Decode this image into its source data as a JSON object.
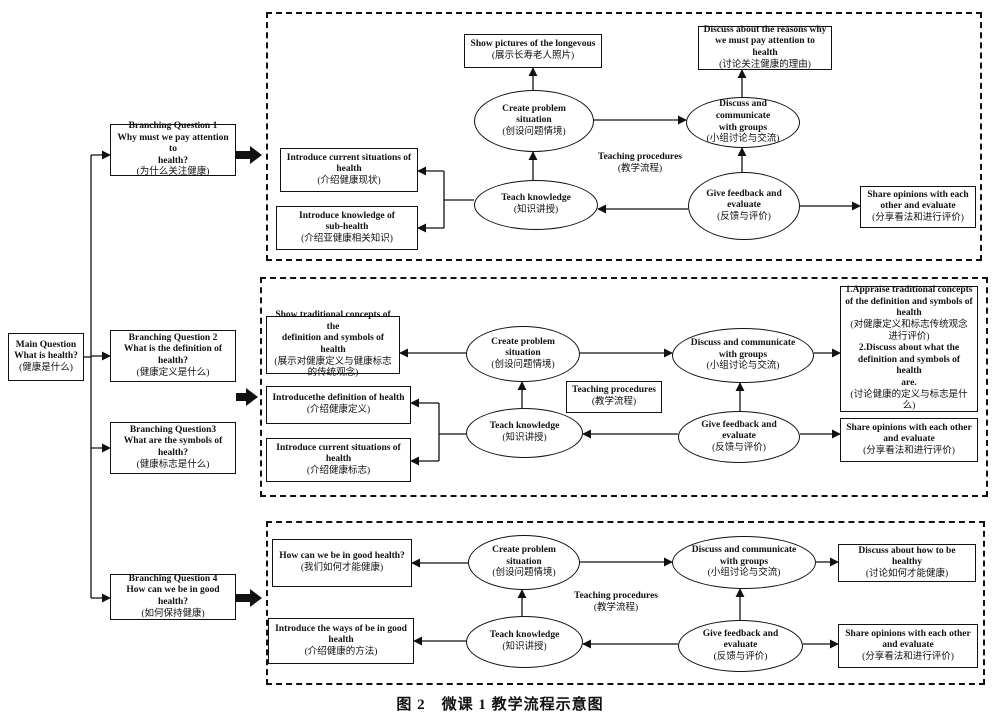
{
  "caption": "图 2　微课 1 教学流程示意图",
  "main_question": {
    "en": "Main Question\nWhat is health?",
    "zh": "(健康是什么)"
  },
  "branches": [
    {
      "en": "Branching Question 1\nWhy must we pay attention to\nhealth?",
      "zh": "(为什么关注健康)"
    },
    {
      "en": "Branching Question 2\nWhat is the definition of\nhealth?",
      "zh": "(健康定义是什么)"
    },
    {
      "en": "Branching Question3\nWhat are the symbols of\nhealth?",
      "zh": "(健康标志是什么)"
    },
    {
      "en": "Branching Question 4\nHow can we be in good health?",
      "zh": "(如何保持健康)"
    }
  ],
  "panel1": {
    "show_pictures": {
      "en": "Show pictures of the longevous",
      "zh": "(展示长寿老人照片)"
    },
    "discuss_reasons": {
      "en": "Discuss about the reasons why\nwe must pay attention to health",
      "zh": "(讨论关注健康的理由)"
    },
    "create": {
      "en": "Create problem\nsituation",
      "zh": "(创设问题情境)"
    },
    "discuss_comm": {
      "en": "Discuss and communicate\nwith groups",
      "zh": "(小组讨论与交流)"
    },
    "procedures": {
      "en": "Teaching procedures",
      "zh": "(教学流程)"
    },
    "intro_current": {
      "en": "Introduce current situations of\nhealth",
      "zh": "(介绍健康现状)"
    },
    "teach": {
      "en": "Teach knowledge",
      "zh": "(知识讲授)"
    },
    "feedback": {
      "en": "Give feedback and\nevaluate",
      "zh": "(反馈与评价)"
    },
    "share": {
      "en": "Share opinions with each\nother and evaluate",
      "zh": "(分享看法和进行评价)"
    },
    "intro_sub": {
      "en": "Introduce knowledge of\nsub-health",
      "zh": "(介绍亚健康相关知识)"
    }
  },
  "panel2": {
    "show_trad": {
      "en": "Show traditional concepts of the\ndefinition and symbols of health",
      "zh": "(展示对健康定义与健康标志的传统观念)"
    },
    "create": {
      "en": "Create problem\nsituation",
      "zh": "(创设问题情境)"
    },
    "discuss_comm": {
      "en": "Discuss and communicate\nwith groups",
      "zh": "(小组讨论与交流)"
    },
    "appraise": {
      "en": "1.Appraise traditional concepts\nof the definition and symbols of\nhealth",
      "zh": "(对健康定义和标志传统观念\n进行评价)",
      "en2": "2.Discuss about what the\ndefinition and symbols of health\nare.",
      "zh2": "(讨论健康的定义与标志是什么)"
    },
    "procedures": {
      "en": "Teaching procedures",
      "zh": "(教学流程)"
    },
    "intro_def": {
      "en": "Introducethe definition of health",
      "zh": "(介绍健康定义)"
    },
    "teach": {
      "en": "Teach knowledge",
      "zh": "(知识讲授)"
    },
    "feedback": {
      "en": "Give feedback and\nevaluate",
      "zh": "(反馈与评价)"
    },
    "share": {
      "en": "Share opinions with each other\nand evaluate",
      "zh": "(分享看法和进行评价)"
    },
    "intro_current": {
      "en": "Introduce current situations of\nhealth",
      "zh": "(介绍健康标志)"
    }
  },
  "panel3": {
    "how_good": {
      "en": "How can we be in good health?",
      "zh": "(我们如何才能健康)"
    },
    "create": {
      "en": "Create problem\nsituation",
      "zh": "(创设问题情境)"
    },
    "discuss_comm": {
      "en": "Discuss and communicate\nwith groups",
      "zh": "(小组讨论与交流)"
    },
    "discuss_how": {
      "en": "Discuss about how to be healthy",
      "zh": "(讨论如何才能健康)"
    },
    "procedures": {
      "en": "Teaching procedures",
      "zh": "(教学流程)"
    },
    "intro_ways": {
      "en": "Introduce the ways of be in good\nhealth",
      "zh": "(介绍健康的方法)"
    },
    "teach": {
      "en": "Teach knowledge",
      "zh": "(知识讲授)"
    },
    "feedback": {
      "en": "Give feedback and\nevaluate",
      "zh": "(反馈与评价)"
    },
    "share": {
      "en": "Share opinions with each other\nand evaluate",
      "zh": "(分享看法和进行评价)"
    }
  }
}
